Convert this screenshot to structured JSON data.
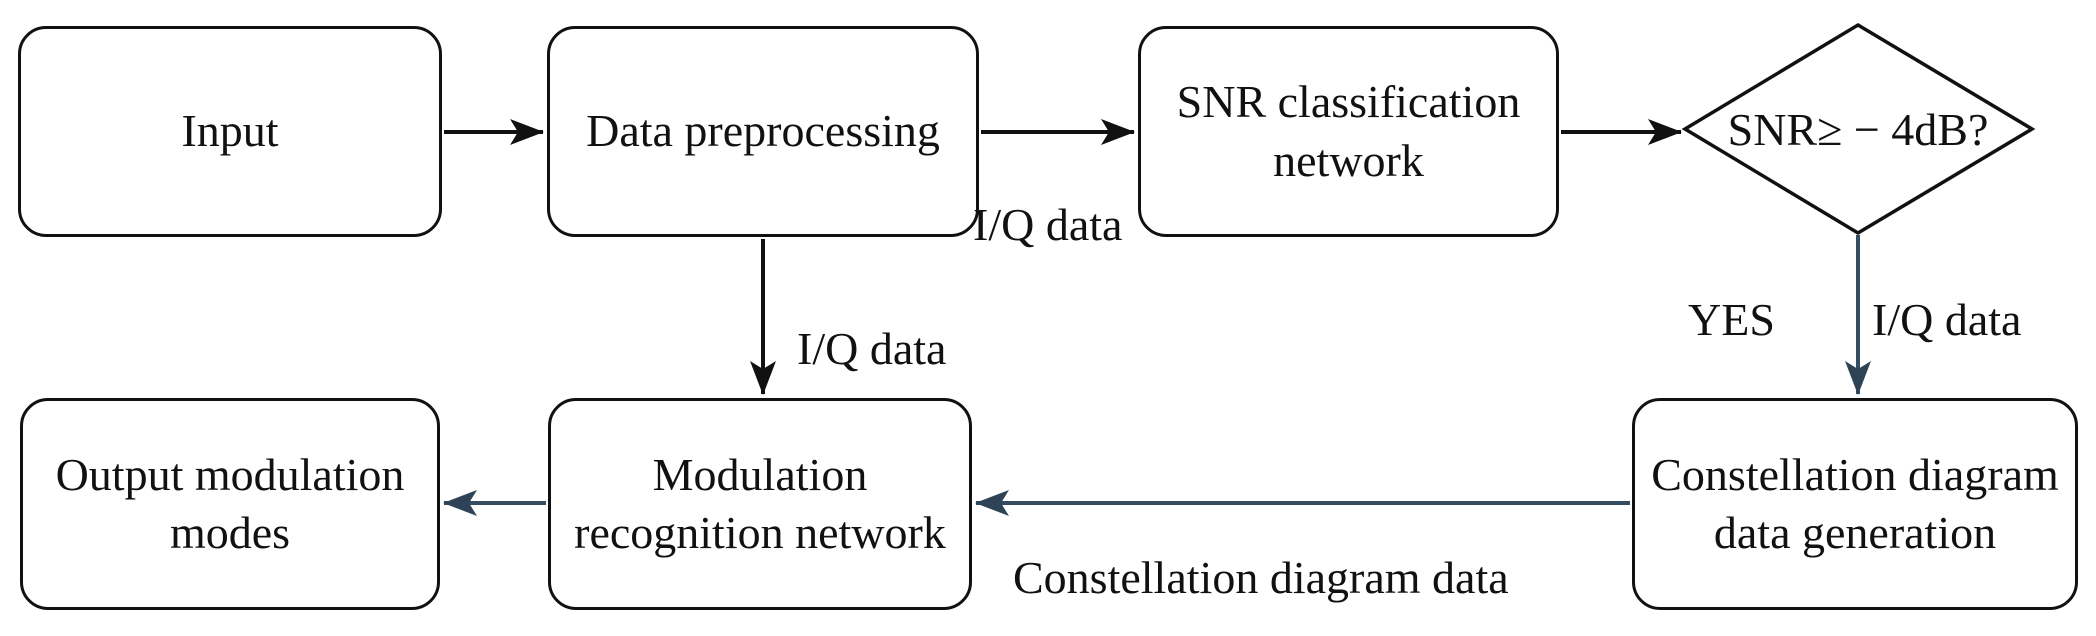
{
  "flowchart": {
    "nodes": {
      "input": {
        "shape": "rounded-rect",
        "label": "Input"
      },
      "data_preprocessing": {
        "shape": "rounded-rect",
        "label": "Data preprocessing"
      },
      "snr_classification": {
        "shape": "rounded-rect",
        "label": "SNR classification\nnetwork"
      },
      "snr_decision": {
        "shape": "diamond",
        "label": "SNR≥ − 4dB?"
      },
      "constellation_generation": {
        "shape": "rounded-rect",
        "label": "Constellation diagram\ndata generation"
      },
      "modulation_recognition": {
        "shape": "rounded-rect",
        "label": "Modulation\nrecognition network"
      },
      "output_modes": {
        "shape": "rounded-rect",
        "label": "Output modulation\nmodes"
      }
    },
    "edge_labels": {
      "preproc_to_snr": "I/Q data",
      "preproc_to_modrec": "I/Q data",
      "decision_branch": "YES",
      "decision_to_constellation": "I/Q data",
      "constellation_to_modrec": "Constellation diagram data"
    },
    "colors": {
      "node_border": "#111111",
      "node_fill": "#ffffff",
      "text": "#111111",
      "edge_black": "#111111",
      "edge_slate": "#35four",
      "edge_slate_hex": "#354d60",
      "background": "#ffffff"
    }
  }
}
